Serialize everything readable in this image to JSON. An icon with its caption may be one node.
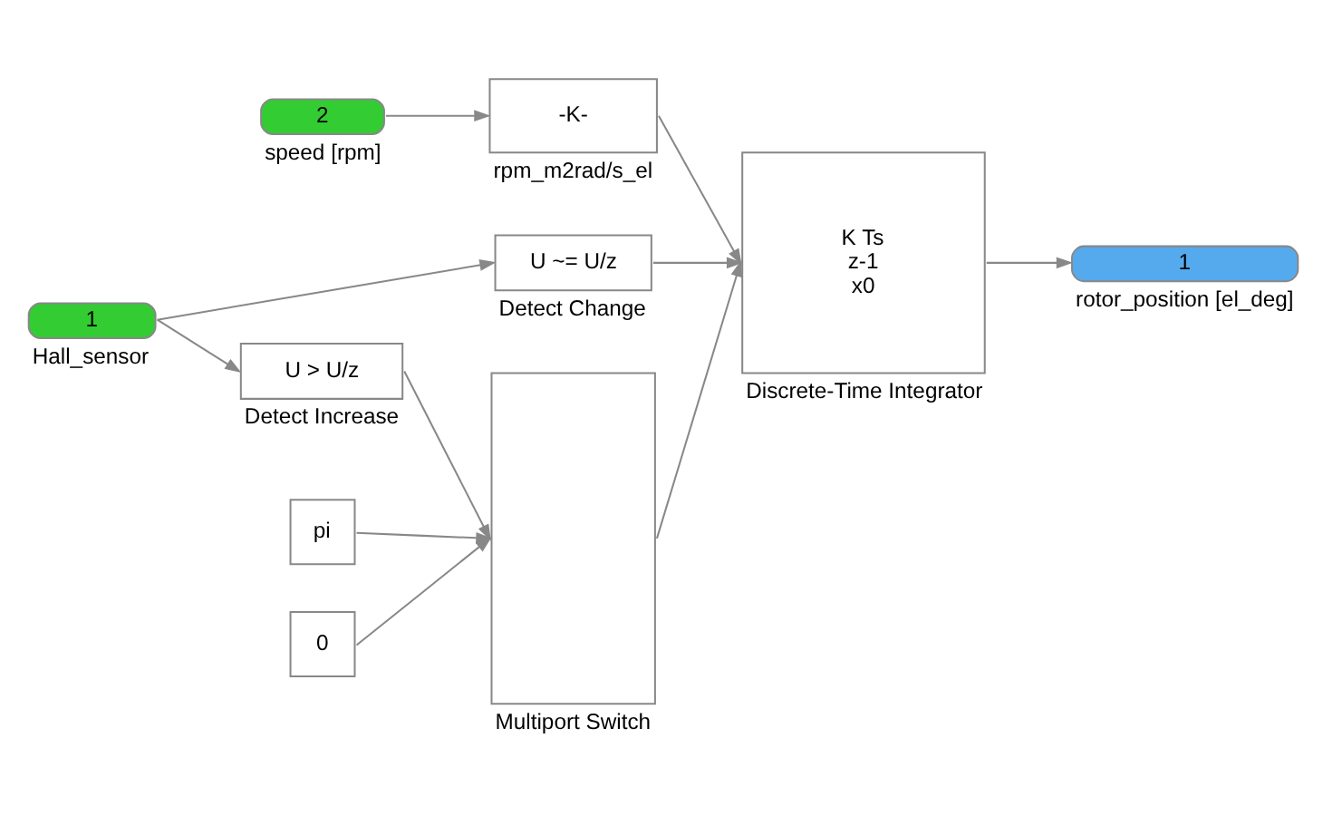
{
  "diagram": {
    "nodes": [
      {
        "text": [
          "2"
        ],
        "beside": [
          "speed [rpm]"
        ]
      },
      {
        "text": [
          "-K-"
        ],
        "beside": [
          "rpm_m2rad/s_el"
        ]
      },
      {
        "text": [
          "1"
        ],
        "beside": [
          "Hall_sensor"
        ]
      },
      {
        "text": [
          "U ~= U/z"
        ],
        "beside": [
          "Detect Change"
        ]
      },
      {
        "text": [
          "U > U/z"
        ],
        "beside": [
          "Detect Increase"
        ]
      },
      {
        "text": [
          "pi"
        ]
      },
      {
        "text": [
          "0"
        ]
      },
      {
        "text": [],
        "shape": "bar",
        "beside": [
          "Multiport Switch"
        ]
      },
      {
        "text": [
          "K Ts",
          "z-1",
          "x0"
        ],
        "beside": [
          "Discrete-Time Integrator"
        ]
      },
      {
        "text": [
          "1"
        ],
        "beside": [
          "rotor_position [el_deg]"
        ]
      }
    ],
    "edges": [
      {
        "from": 0,
        "to": 1,
        "arrow": "to"
      },
      {
        "from": 1,
        "to": 8,
        "arrow": "to"
      },
      {
        "from": 2,
        "to": 3,
        "arrow": "to"
      },
      {
        "from": 2,
        "to": 4,
        "arrow": "to"
      },
      {
        "from": 3,
        "to": 8,
        "arrow": "to"
      },
      {
        "from": 4,
        "to": 7,
        "arrow": "to"
      },
      {
        "from": 5,
        "to": 7,
        "arrow": "to"
      },
      {
        "from": 6,
        "to": 7,
        "arrow": "to"
      },
      {
        "from": 7,
        "to": 8,
        "arrow": "to"
      },
      {
        "from": 8,
        "to": 9,
        "arrow": "to"
      }
    ]
  }
}
